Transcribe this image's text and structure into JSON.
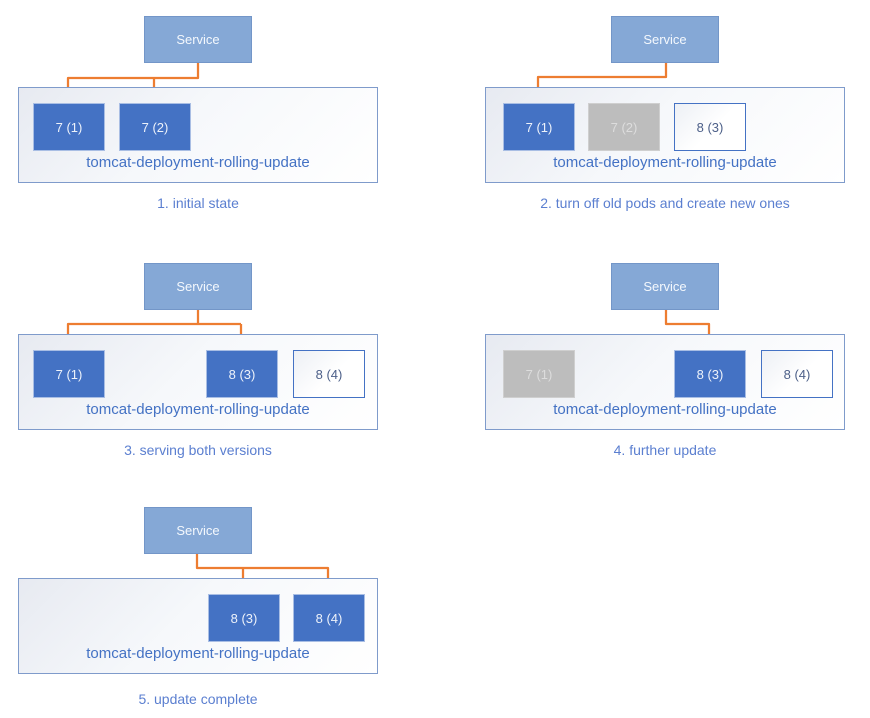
{
  "colors": {
    "service_fill": "#85A8D6",
    "pod_active": "#4472C4",
    "pod_stopped": "#BDBDBD",
    "arrow": "#ED7D31",
    "label_text": "#4472C4",
    "caption_text": "#5B7FD0"
  },
  "panels": [
    {
      "caption": "1. initial state",
      "service": "Service",
      "deployment": "tomcat-deployment-rolling-update",
      "pods": [
        {
          "label": "7 (1)",
          "state": "active"
        },
        {
          "label": "7 (2)",
          "state": "active"
        }
      ]
    },
    {
      "caption": "2. turn off old pods and create new ones",
      "service": "Service",
      "deployment": "tomcat-deployment-rolling-update",
      "pods": [
        {
          "label": "7 (1)",
          "state": "active"
        },
        {
          "label": "7 (2)",
          "state": "stopped"
        },
        {
          "label": "8 (3)",
          "state": "new"
        }
      ]
    },
    {
      "caption": "3. serving both versions",
      "service": "Service",
      "deployment": "tomcat-deployment-rolling-update",
      "pods": [
        {
          "label": "7 (1)",
          "state": "active"
        },
        {
          "label": "8 (3)",
          "state": "active"
        },
        {
          "label": "8 (4)",
          "state": "new"
        }
      ]
    },
    {
      "caption": "4. further update",
      "service": "Service",
      "deployment": "tomcat-deployment-rolling-update",
      "pods": [
        {
          "label": "7 (1)",
          "state": "stopped"
        },
        {
          "label": "8 (3)",
          "state": "active"
        },
        {
          "label": "8 (4)",
          "state": "new"
        }
      ]
    },
    {
      "caption": "5. update complete",
      "service": "Service",
      "deployment": "tomcat-deployment-rolling-update",
      "pods": [
        {
          "label": "8 (3)",
          "state": "active"
        },
        {
          "label": "8 (4)",
          "state": "active"
        }
      ]
    }
  ]
}
